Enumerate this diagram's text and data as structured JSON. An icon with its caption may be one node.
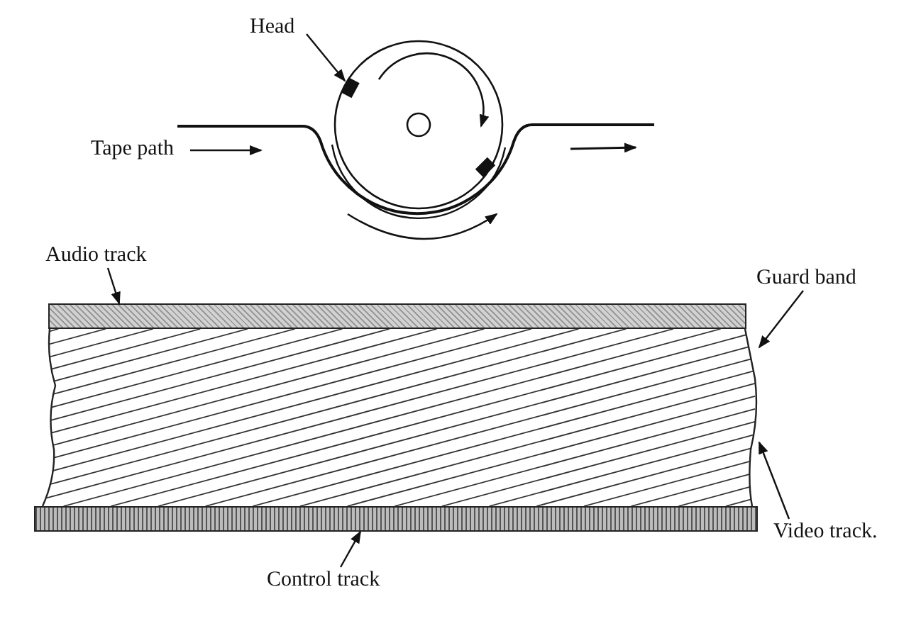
{
  "diagram": {
    "nodes": [
      {
        "text": [
          "Head"
        ]
      },
      {
        "text": [],
        "shape": "box"
      },
      {
        "text": [
          "Tape path"
        ]
      },
      {
        "text": [
          "Audio track"
        ]
      },
      {
        "text": [],
        "shape": "bar"
      },
      {
        "text": [
          "Guard band"
        ]
      },
      {
        "text": [
          "Video track."
        ]
      },
      {
        "text": [],
        "shape": "box"
      },
      {
        "text": [
          "Control track"
        ]
      },
      {
        "text": [],
        "shape": "bar"
      }
    ],
    "edges": [
      {
        "from": 0,
        "to": 1,
        "arrow": "to"
      },
      {
        "from": 2,
        "to": null,
        "arrow": "to"
      },
      {
        "from": 3,
        "to": 4,
        "arrow": "to"
      },
      {
        "from": 5,
        "to": 7,
        "arrow": "to"
      },
      {
        "from": 6,
        "to": 7,
        "arrow": "to"
      },
      {
        "from": 8,
        "to": 9,
        "arrow": "to"
      }
    ]
  }
}
